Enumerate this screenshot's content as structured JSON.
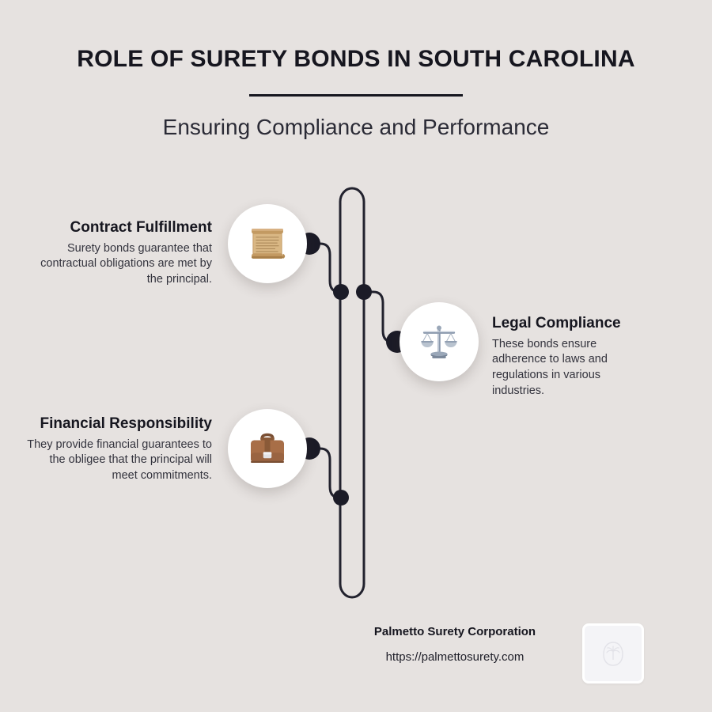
{
  "theme": {
    "background": "#e6e2e0",
    "ink": "#16161f",
    "line": "#22222e",
    "circle_fill": "#ffffff"
  },
  "header": {
    "title": "ROLE OF SURETY BONDS IN SOUTH CAROLINA",
    "subtitle": "Ensuring Compliance and Performance"
  },
  "blocks": [
    {
      "heading": "Contract Fulfillment",
      "body": "Surety bonds guarantee that contractual obligations are met by the principal.",
      "icon": "scroll-icon",
      "align": "right"
    },
    {
      "heading": "Legal Compliance",
      "body": "These bonds ensure adherence to laws and regulations in various industries.",
      "icon": "scales-of-justice-icon",
      "align": "left"
    },
    {
      "heading": "Financial Responsibility",
      "body": "They provide financial guarantees to the obligee that the principal will meet commitments.",
      "icon": "briefcase-icon",
      "align": "right"
    }
  ],
  "footer": {
    "company": "Palmetto Surety Corporation",
    "url": "https://palmettosurety.com",
    "logo_icon": "palmetto-tree-logo"
  }
}
